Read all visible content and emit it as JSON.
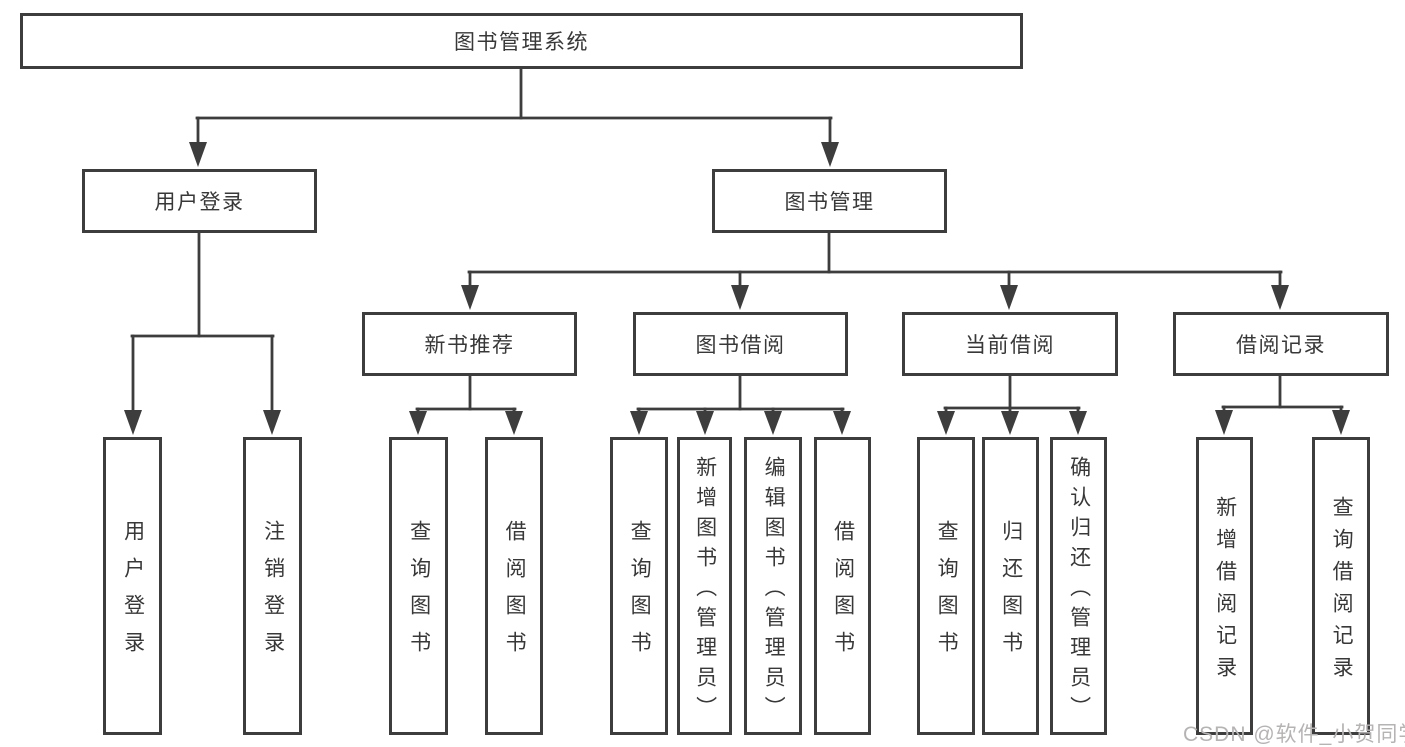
{
  "watermark": "CSDN @软件_小贺同学",
  "colors": {
    "line": "#3d3d3d",
    "text": "#383838",
    "background": "#ffffff",
    "watermark": "#b6b3b3"
  },
  "tree": {
    "root": {
      "label": "图书管理系统"
    },
    "branches": [
      {
        "label": "用户登录",
        "children": [
          {
            "label": "用户登录"
          },
          {
            "label": "注销登录"
          }
        ]
      },
      {
        "label": "图书管理",
        "sections": [
          {
            "label": "新书推荐",
            "children": [
              {
                "label": "查询图书"
              },
              {
                "label": "借阅图书"
              }
            ]
          },
          {
            "label": "图书借阅",
            "children": [
              {
                "label": "查询图书"
              },
              {
                "label": "新增图书（管理员）"
              },
              {
                "label": "编辑图书（管理员）"
              },
              {
                "label": "借阅图书"
              }
            ]
          },
          {
            "label": "当前借阅",
            "children": [
              {
                "label": "查询图书"
              },
              {
                "label": "归还图书"
              },
              {
                "label": "确认归还（管理员）"
              }
            ]
          },
          {
            "label": "借阅记录",
            "children": [
              {
                "label": "新增借阅记录"
              },
              {
                "label": "查询借阅记录"
              }
            ]
          }
        ]
      }
    ]
  }
}
